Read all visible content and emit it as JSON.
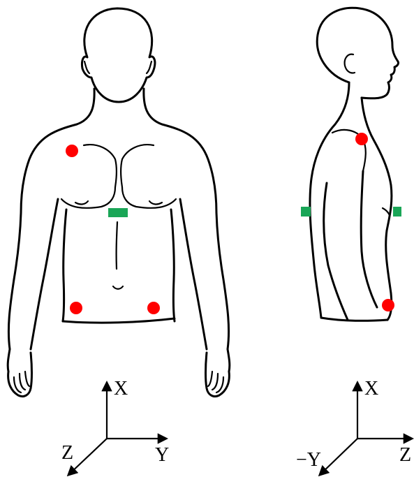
{
  "colors": {
    "red_marker": "#ff0000",
    "green_marker": "#1aa657",
    "outline": "#000000"
  },
  "front_view": {
    "axes": {
      "up": "X",
      "right": "Y",
      "out": "Z"
    },
    "markers": [
      {
        "name": "red-marker-shoulder",
        "shape": "circle",
        "color": "red"
      },
      {
        "name": "green-marker-sternum",
        "shape": "rect",
        "color": "green"
      },
      {
        "name": "red-marker-hip-left",
        "shape": "circle",
        "color": "red"
      },
      {
        "name": "red-marker-hip-right",
        "shape": "circle",
        "color": "red"
      }
    ]
  },
  "side_view": {
    "axes": {
      "up": "X",
      "right": "Z",
      "out": "−Y"
    },
    "markers": [
      {
        "name": "red-marker-shoulder-side",
        "shape": "circle",
        "color": "red"
      },
      {
        "name": "green-marker-back",
        "shape": "rect",
        "color": "green"
      },
      {
        "name": "green-marker-chest",
        "shape": "rect",
        "color": "green"
      },
      {
        "name": "red-marker-hip-side",
        "shape": "circle",
        "color": "red"
      }
    ]
  }
}
